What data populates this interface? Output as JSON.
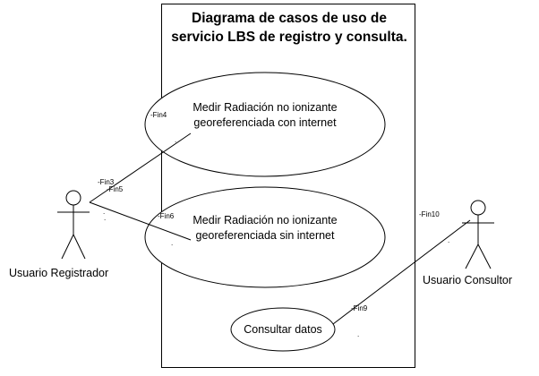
{
  "title": "Diagrama de casos de uso de servicio LBS de registro y consulta.",
  "actors": [
    {
      "label": "Usuario Registrador"
    },
    {
      "label": "Usuario Consultor"
    }
  ],
  "use_cases": [
    {
      "label": "Medir Radiación no ionizante georeferenciada con internet"
    },
    {
      "label": "Medir Radiación no ionizante georeferenciada sin internet"
    },
    {
      "label": "Consultar datos"
    }
  ],
  "association_ends": [
    "-Fin3",
    "-Fin4",
    "-Fin5",
    "-Fin6",
    "-Fin9",
    "-Fin10"
  ]
}
